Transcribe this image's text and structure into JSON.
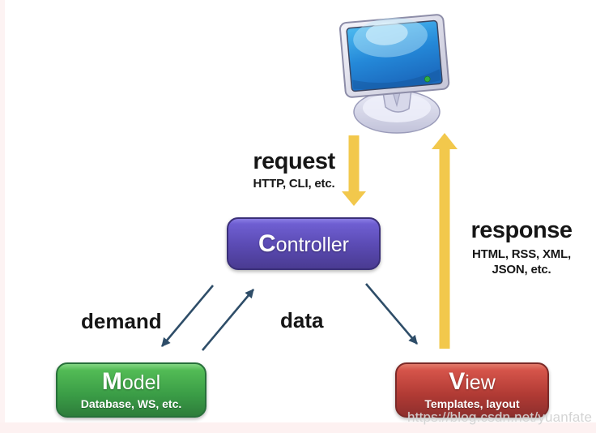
{
  "diagram": {
    "title_hint": "MVC request/response flow diagram",
    "watermark": "https://blog.csdn.net/yuanfate"
  },
  "labels": {
    "request": {
      "title": "request",
      "subtitle": "HTTP, CLI, etc."
    },
    "response": {
      "title": "response",
      "subtitle_line1": "HTML, RSS, XML,",
      "subtitle_line2": "JSON, etc."
    },
    "demand": "demand",
    "data": "data"
  },
  "nodes": {
    "controller": {
      "label_initial": "C",
      "label_rest": "ontroller",
      "color_top": "#6f5fd2",
      "color_bottom": "#4a3b92"
    },
    "model": {
      "label_initial": "M",
      "label_rest": "odel",
      "subtitle": "Database, WS, etc.",
      "color_top": "#52bb55",
      "color_bottom": "#2e7d3b"
    },
    "view": {
      "label_initial": "V",
      "label_rest": "iew",
      "subtitle": "Templates, layout",
      "color_top": "#d5544a",
      "color_bottom": "#8e2f2d"
    }
  },
  "icons": {
    "monitor": "computer-monitor-icon"
  },
  "colors": {
    "flow_arrow_yellow": "#f2c84c",
    "link_arrow_navy": "#2e4d68",
    "text": "#161616",
    "background": "#ffffff"
  }
}
